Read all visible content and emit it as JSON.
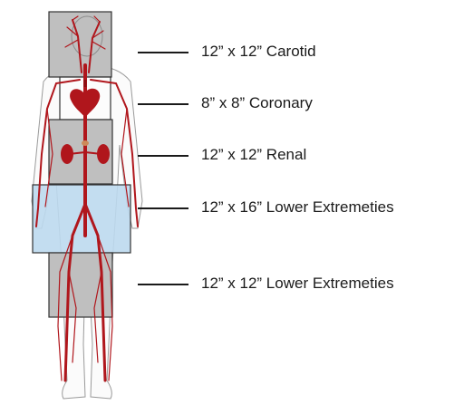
{
  "labels": [
    {
      "text": "12” x 12” Carotid"
    },
    {
      "text": "8” x 8” Coronary"
    },
    {
      "text": "12” x 12” Renal"
    },
    {
      "text": "12” x 16” Lower Extremeties"
    },
    {
      "text": "12” x 12” Lower Extremeties"
    }
  ],
  "colors": {
    "vessel": "#b0161c",
    "gray_box": "#bfbfbf",
    "blue_box": "#bcd9ee",
    "box_border": "#333333",
    "body_outline": "#9a9a9a"
  },
  "icons": [
    "body-silhouette-icon",
    "heart-icon",
    "kidney-icon"
  ]
}
